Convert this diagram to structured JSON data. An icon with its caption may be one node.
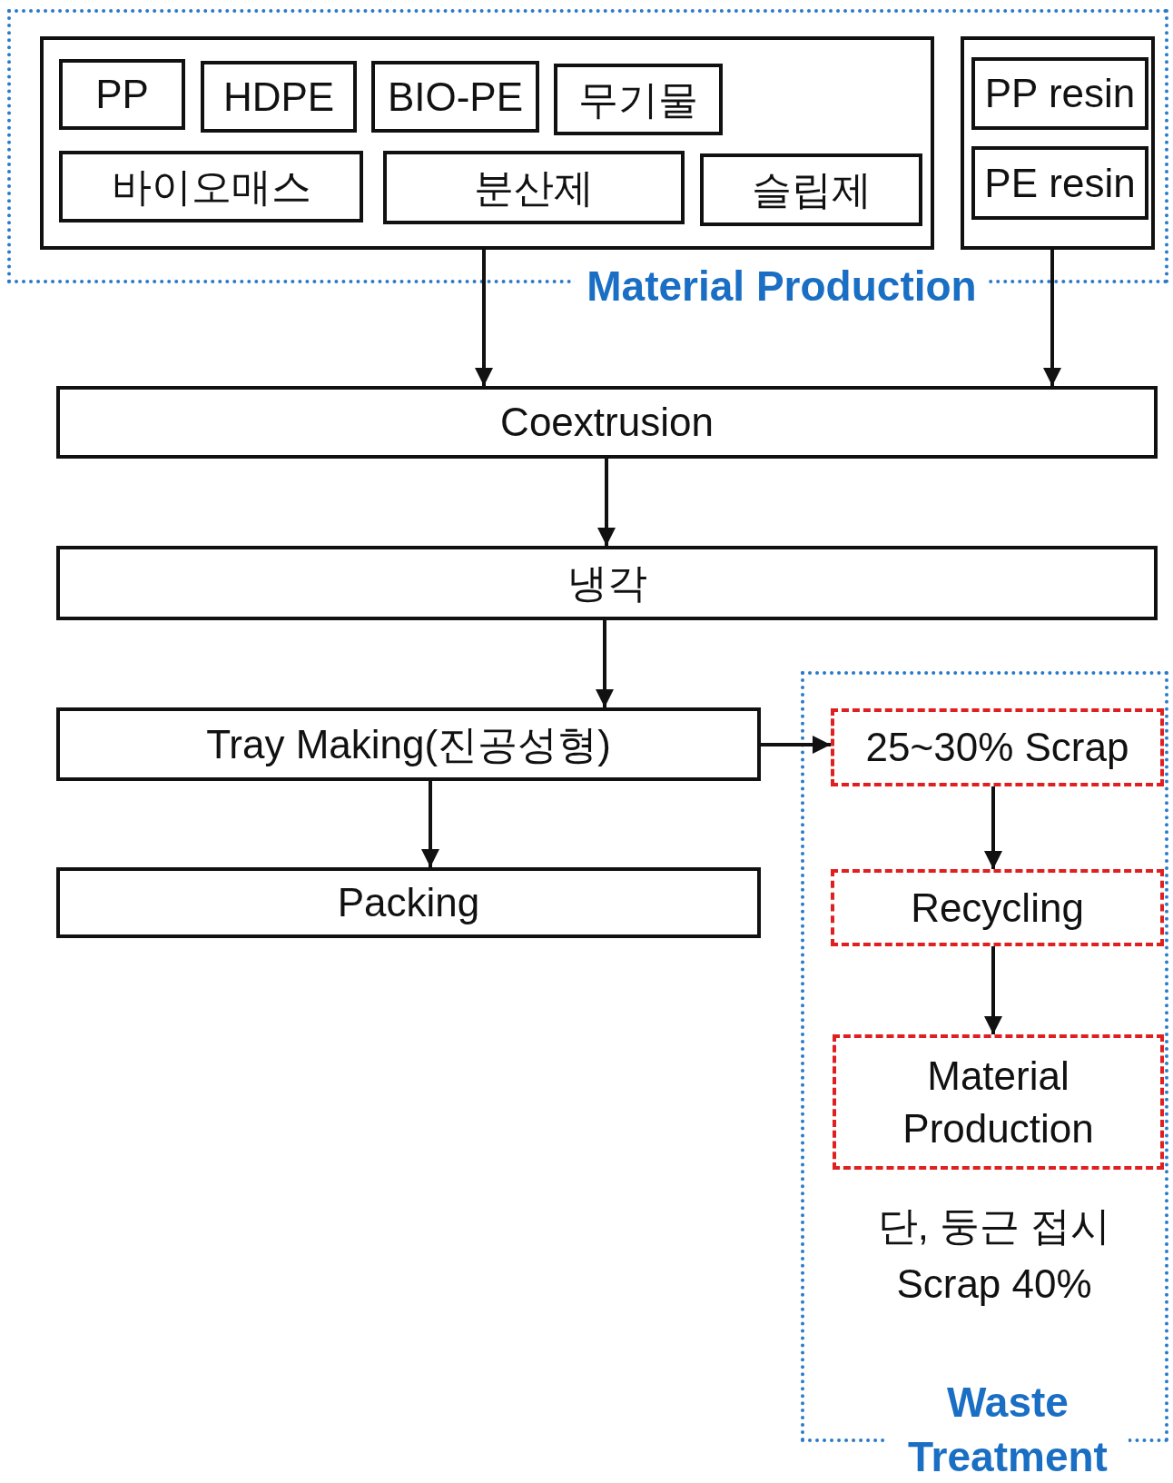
{
  "diagram": {
    "nodes": [
      {
        "text": [
          "Material Production"
        ]
      },
      {
        "text": [],
        "shape": "box",
        "in": 0
      },
      {
        "text": [
          "PP"
        ],
        "in": 1
      },
      {
        "text": [
          "HDPE"
        ],
        "in": 1
      },
      {
        "text": [
          "BIO-PE"
        ],
        "in": 1
      },
      {
        "text": [
          "무기물"
        ],
        "in": 1
      },
      {
        "text": [
          "바이오매스"
        ],
        "in": 1
      },
      {
        "text": [
          "분산제"
        ],
        "in": 1
      },
      {
        "text": [
          "슬립제"
        ],
        "in": 1
      },
      {
        "text": [],
        "shape": "box",
        "in": 0
      },
      {
        "text": [
          "PP resin"
        ],
        "in": 9
      },
      {
        "text": [
          "PE resin"
        ],
        "in": 9
      },
      {
        "text": [
          "Coextrusion"
        ]
      },
      {
        "text": [
          "냉각"
        ]
      },
      {
        "text": [
          "Tray Making(진공성형)"
        ]
      },
      {
        "text": [
          "Packing"
        ]
      },
      {
        "text": [
          "Waste Treatment"
        ]
      },
      {
        "text": [
          "25~30% Scrap"
        ],
        "in": 16
      },
      {
        "text": [
          "Recycling"
        ],
        "in": 16
      },
      {
        "text": [
          "Material Production"
        ],
        "in": 16
      }
    ],
    "edges": [
      {
        "from": 1,
        "to": 12,
        "arrow": "to"
      },
      {
        "from": 9,
        "to": 12,
        "arrow": "to"
      },
      {
        "from": 12,
        "to": 13,
        "arrow": "to"
      },
      {
        "from": 13,
        "to": 14,
        "arrow": "to"
      },
      {
        "from": 14,
        "to": 15,
        "arrow": "to"
      },
      {
        "from": 14,
        "to": 17,
        "arrow": "to"
      },
      {
        "from": 17,
        "to": 18,
        "arrow": "to"
      },
      {
        "from": 18,
        "to": 19,
        "arrow": "to"
      }
    ],
    "labels": [
      "단, 둥근 접시 Scrap 40%"
    ]
  }
}
